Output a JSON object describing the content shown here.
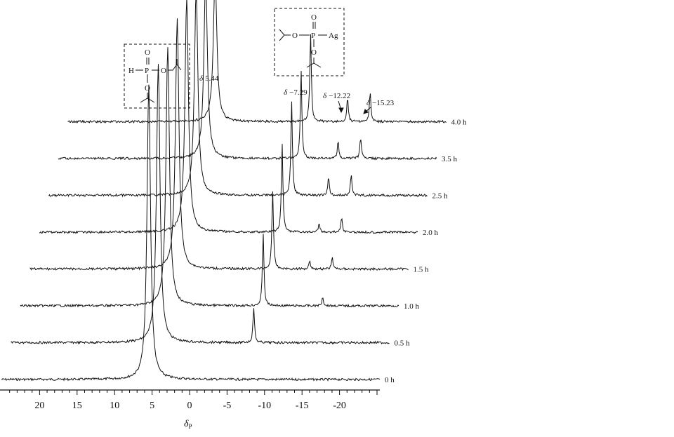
{
  "chart_data": {
    "type": "line",
    "xlabel_symbol": "δ",
    "xlabel_sub": "P",
    "xlim": [
      25,
      -25
    ],
    "xticks": [
      20,
      15,
      10,
      5,
      0,
      -5,
      -10,
      -15,
      -20
    ],
    "series": [
      {
        "name": "0 h",
        "peaks": [
          {
            "x": 5.44,
            "h": 1.0
          }
        ]
      },
      {
        "name": "0.5 h",
        "peaks": [
          {
            "x": 5.44,
            "h": 0.95
          },
          {
            "x": -7.29,
            "h": 0.12
          }
        ]
      },
      {
        "name": "1.0 h",
        "peaks": [
          {
            "x": 5.44,
            "h": 0.88
          },
          {
            "x": -7.29,
            "h": 0.25
          },
          {
            "x": -15.23,
            "h": 0.03
          }
        ]
      },
      {
        "name": "1.5 h",
        "peaks": [
          {
            "x": 5.44,
            "h": 0.85
          },
          {
            "x": -7.29,
            "h": 0.27
          },
          {
            "x": -12.22,
            "h": 0.03
          },
          {
            "x": -15.23,
            "h": 0.04
          }
        ]
      },
      {
        "name": "2.0 h",
        "peaks": [
          {
            "x": 5.44,
            "h": 0.8
          },
          {
            "x": -7.29,
            "h": 0.3
          },
          {
            "x": -12.22,
            "h": 0.03
          },
          {
            "x": -15.23,
            "h": 0.05
          }
        ]
      },
      {
        "name": "2.5 h",
        "peaks": [
          {
            "x": 5.44,
            "h": 0.7
          },
          {
            "x": -7.29,
            "h": 0.32
          },
          {
            "x": -12.22,
            "h": 0.06
          },
          {
            "x": -15.23,
            "h": 0.07
          }
        ]
      },
      {
        "name": "3.5 h",
        "peaks": [
          {
            "x": 5.44,
            "h": 0.62
          },
          {
            "x": -7.29,
            "h": 0.3
          },
          {
            "x": -12.22,
            "h": 0.06
          },
          {
            "x": -15.23,
            "h": 0.07
          }
        ]
      },
      {
        "name": "4.0 h",
        "peaks": [
          {
            "x": 5.44,
            "h": 0.5
          },
          {
            "x": -7.29,
            "h": 0.3
          },
          {
            "x": -12.22,
            "h": 0.08
          },
          {
            "x": -15.23,
            "h": 0.1
          }
        ]
      }
    ],
    "annotations": [
      {
        "delta": "δ",
        "value": "5.44"
      },
      {
        "delta": "δ",
        "value": "−7.29"
      },
      {
        "delta": "δ",
        "value": "−12.22"
      },
      {
        "delta": "δ",
        "value": "−15.23"
      }
    ],
    "structures": {
      "left": {
        "h": "H",
        "p": "P",
        "o_top": "O",
        "o_right": "O",
        "o_bottom": "O"
      },
      "right": {
        "p": "P",
        "ag": "Ag",
        "o_top": "O",
        "o_left": "O",
        "o_bottom": "O"
      }
    }
  }
}
